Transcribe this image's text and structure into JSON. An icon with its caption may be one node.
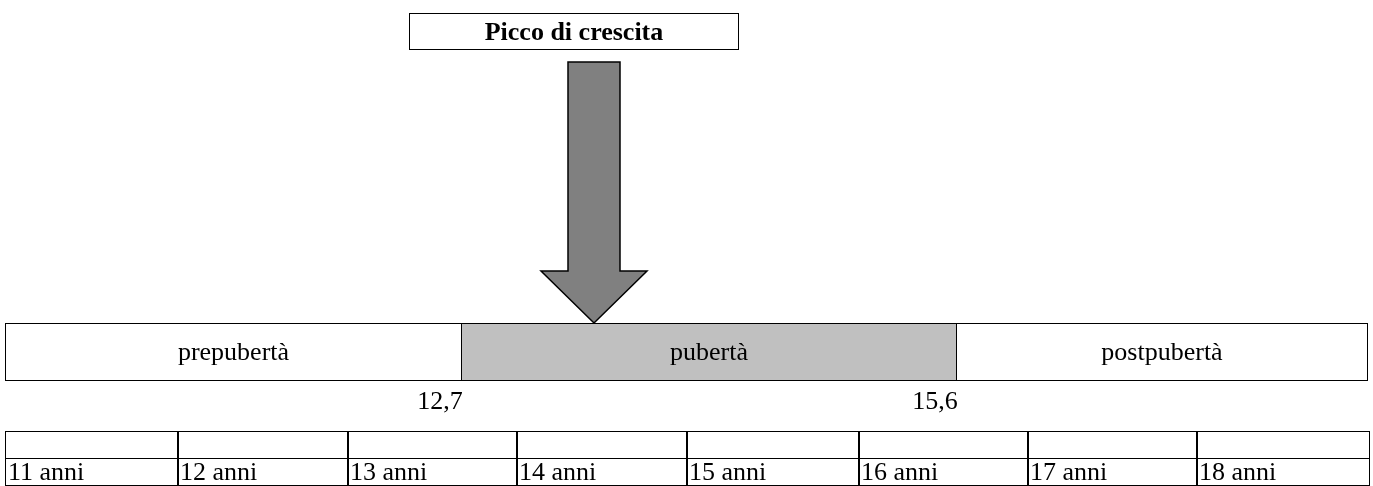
{
  "diagram": {
    "nodes": [
      {
        "text": [
          "Picco di crescita"
        ]
      },
      {
        "text": [
          "prepubertà"
        ]
      },
      {
        "text": [
          "pubertà"
        ]
      },
      {
        "text": [
          "postpubertà"
        ]
      }
    ],
    "edges": [
      {
        "from": 0,
        "to": 2,
        "arrow": "to",
        "style": "thick",
        "color": "#808080"
      }
    ],
    "labels": [
      "12,7",
      "15,6",
      "11 anni",
      "12 anni",
      "13 anni",
      "14 anni",
      "15 anni",
      "16 anni",
      "17 anni",
      "18 anni"
    ]
  }
}
